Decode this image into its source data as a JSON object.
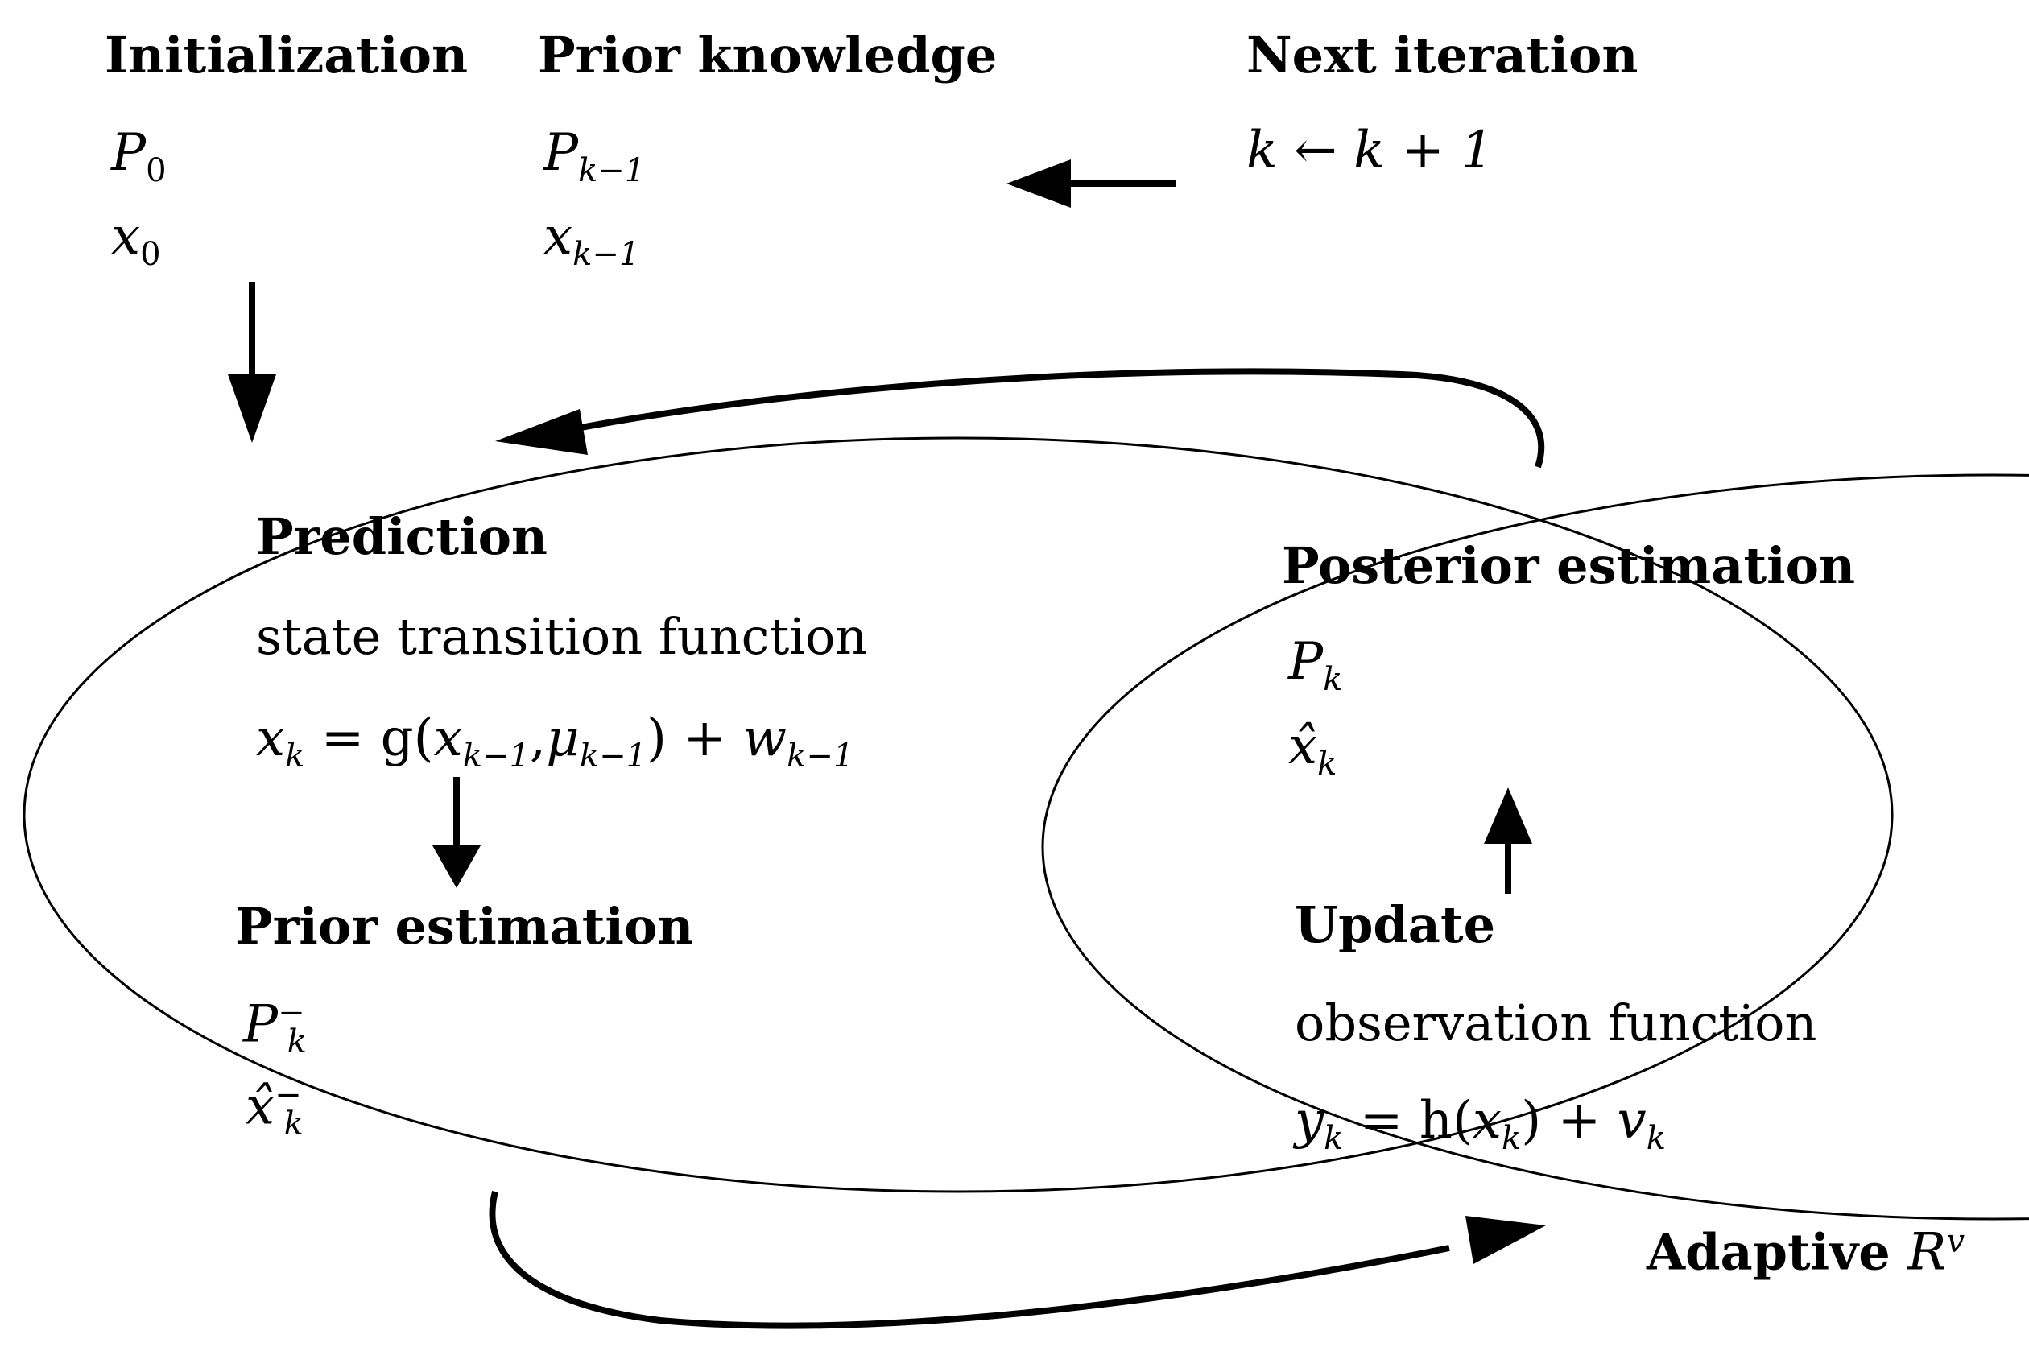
{
  "top": {
    "initialization": {
      "title": "Initialization",
      "p": "P",
      "p_sub": "0",
      "x": "x",
      "x_sub": "0"
    },
    "prior_knowledge": {
      "title": "Prior knowledge",
      "p": "P",
      "p_sub": "k−1",
      "x": "x",
      "x_sub": "k−1"
    },
    "next_iteration": {
      "title": "Next iteration",
      "formula": "k ← k + 1"
    }
  },
  "left_ellipse": {
    "prediction_title": "Prediction",
    "state_function_label": "state transition function",
    "state_equation": "x_k = g(x_{k−1}, μ_{k−1}) + w_{k−1}",
    "eq_x": "x",
    "eq_x_sub": "k",
    "eq_g": " = g(",
    "eq_x2": "x",
    "eq_x2_sub": "k−1",
    "eq_comma": ",",
    "eq_mu": "μ",
    "eq_mu_sub": "k−1",
    "eq_close": ") + ",
    "eq_w": "w",
    "eq_w_sub": "k−1",
    "prior_title": "Prior estimation",
    "p": "P",
    "p_sub": "k",
    "p_sup": "−",
    "xhat": "x̂",
    "xhat_sub": "k",
    "xhat_sup": "−"
  },
  "right_ellipse": {
    "posterior_title": "Posterior estimation",
    "p": "P",
    "p_sub": "k",
    "xhat": "x̂",
    "xhat_sub": "k",
    "update_title": "Update",
    "observation_label": "observation function",
    "obs_y": "y",
    "obs_y_sub": "k",
    "obs_h": " = h(",
    "obs_x": "x",
    "obs_x_sub": "k",
    "obs_close": ") + ",
    "obs_v": "v",
    "obs_v_sub": "k"
  },
  "adaptive": {
    "label": "Adaptive",
    "r": "R",
    "r_sup": "v"
  }
}
